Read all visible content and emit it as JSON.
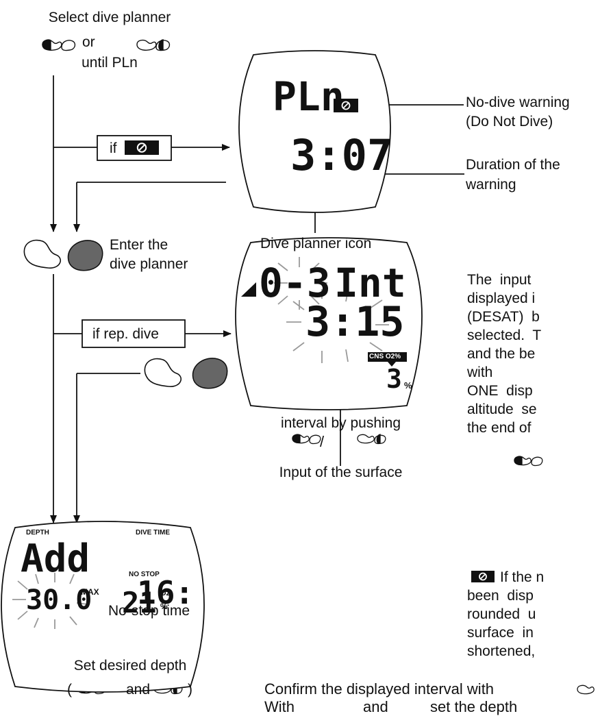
{
  "steps": {
    "select_planner": "Select dive planner",
    "or_word": "or",
    "until": "until PLn",
    "if_label": "if",
    "enter_1": "Enter the",
    "enter_2": "dive planner",
    "if_rep_dive": "if rep. dive",
    "set_depth": "Set desired depth",
    "set_depth_and": "and"
  },
  "callouts": {
    "no_dive_warning_1": "No-dive warning",
    "no_dive_warning_2": "(Do Not Dive)",
    "duration_1": "Duration of the",
    "duration_2": "warning",
    "planner_icon": "Dive planner icon",
    "surface_input_1": "Input of the surface",
    "surface_input_2": "interval by pushing",
    "no_stop_time": "No-stop time"
  },
  "display1": {
    "mode": "PLn",
    "time": "3:07"
  },
  "display2": {
    "interval": "0-3",
    "int": "Int",
    "time": "3:15",
    "cns_label": "CNS O2%",
    "cns_value": "3",
    "cns_unit": "%"
  },
  "display3": {
    "depth_label": "DEPTH",
    "dive_time_label": "DIVE TIME",
    "mode": "Add",
    "no_stop_label": "NO STOP",
    "no_stop_value": "16:",
    "depth_value": "30.0",
    "max_label": "MAX",
    "o2_value": "21",
    "o2_label": "O2",
    "o2_unit": "%"
  },
  "paragraph": {
    "lines_1": [
      "The  input",
      "displayed i",
      "(DESAT)  b",
      "selected.  T",
      "and the be",
      "with",
      "ONE  disp",
      "altitude  se",
      "the end of"
    ],
    "lines_2": [
      "If the n",
      "been  disp",
      "rounded  u",
      "surface  in",
      "shortened,"
    ],
    "confirm_1": "Confirm the displayed interval with",
    "confirm_2_a": "With",
    "confirm_2_b": "and",
    "confirm_2_c": "set the depth"
  }
}
